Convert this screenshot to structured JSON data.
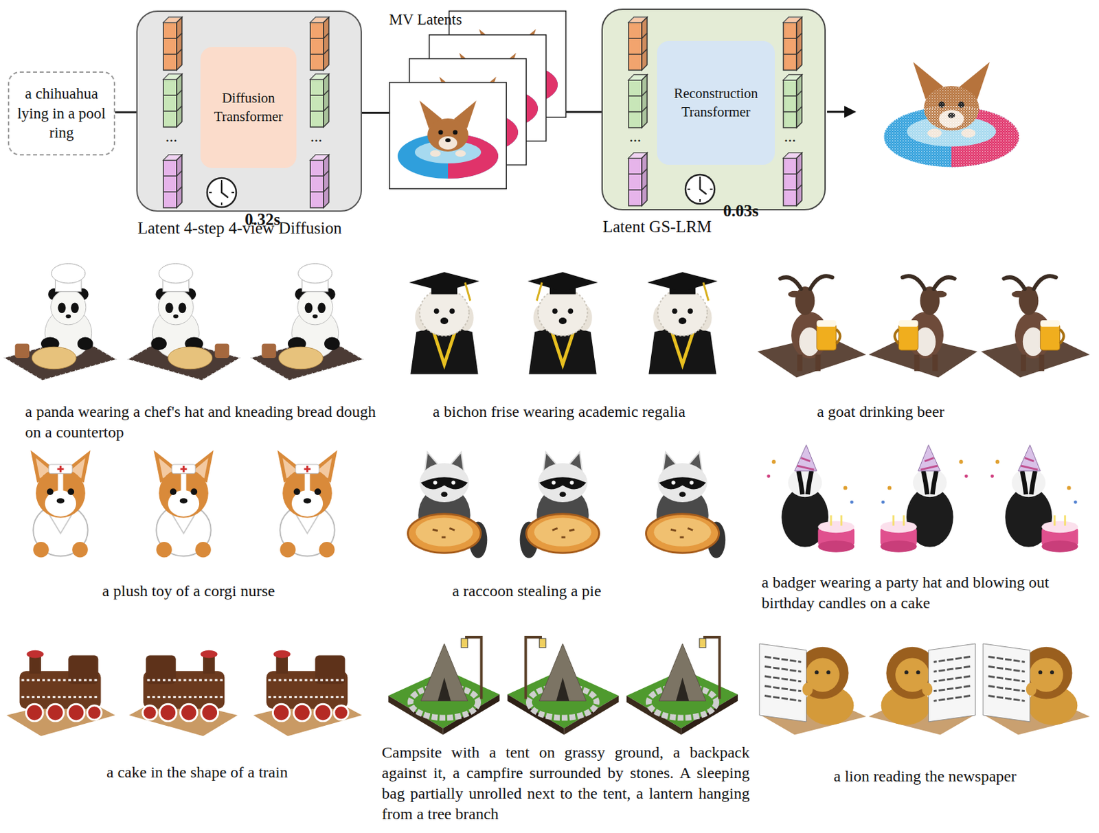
{
  "diagram": {
    "nodes": [
      {
        "text": [
          "a chihuahua lying in a pool ring"
        ]
      },
      {
        "text": [
          "Latent 4-step 4-view Diffusion",
          "0.32s"
        ]
      },
      {
        "text": [
          "Diffusion Transformer"
        ],
        "in": 1
      },
      {
        "text": [
          "MV Latents"
        ]
      },
      {
        "text": [
          "Latent GS-LRM",
          "0.03s"
        ]
      },
      {
        "text": [
          "Reconstruction Transformer"
        ],
        "in": 4
      }
    ],
    "edges": [
      {
        "from": 0,
        "to": 1,
        "arrow": "none"
      },
      {
        "from": 1,
        "to": 3,
        "arrow": "none"
      },
      {
        "from": 3,
        "to": 4,
        "arrow": "none"
      }
    ],
    "labels": [
      "...",
      "...",
      "...",
      "...",
      "a panda wearing a chef's hat and kneading bread dough on a countertop",
      "a bichon frise wearing academic regalia",
      "a goat drinking beer",
      "a plush toy of a corgi nurse",
      "a raccoon stealing a pie",
      "a badger wearing a party hat and blowing out birthday candles on a cake",
      "a cake in the shape of a train",
      "Campsite with a tent on grassy ground, a backpack against it, a campfire surrounded by stones. A sleeping bag partially unrolled next to the tent, a lantern hanging from a tree branch",
      "a lion reading the newspaper"
    ]
  }
}
